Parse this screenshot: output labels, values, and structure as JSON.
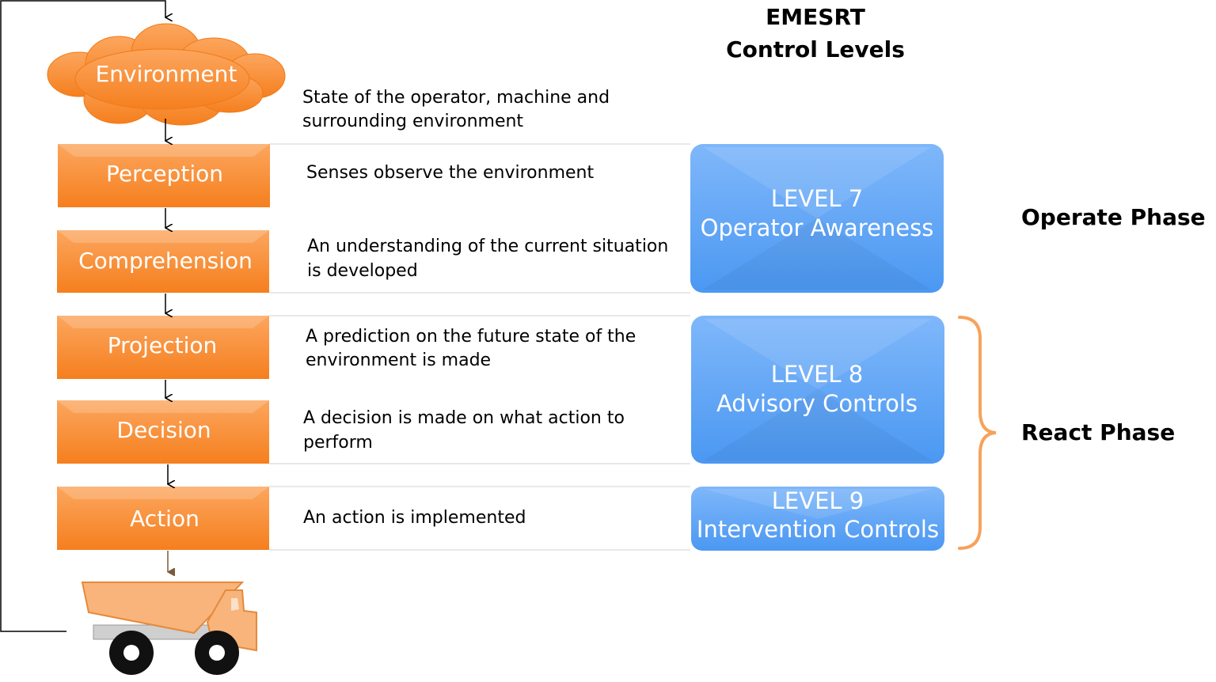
{
  "title": {
    "line1": "EMESRT",
    "line2": "Control Levels"
  },
  "environment": {
    "label": "Environment",
    "description_line1": "State of the operator, machine and",
    "description_line2": "surrounding environment"
  },
  "stages": [
    {
      "label": "Perception",
      "desc_line1": "Senses observe the environment",
      "desc_line2": ""
    },
    {
      "label": "Comprehension",
      "desc_line1": "An understanding of the current situation",
      "desc_line2": "is developed"
    },
    {
      "label": "Projection",
      "desc_line1": "A prediction on the future state of the",
      "desc_line2": "environment is made"
    },
    {
      "label": "Decision",
      "desc_line1": "A decision is made on what action to",
      "desc_line2": "perform"
    },
    {
      "label": "Action",
      "desc_line1": "An action is implemented",
      "desc_line2": ""
    }
  ],
  "levels": [
    {
      "line1": "LEVEL 7",
      "line2": "Operator Awareness"
    },
    {
      "line1": "LEVEL 8",
      "line2": "Advisory Controls"
    },
    {
      "line1": "LEVEL 9",
      "line2": "Intervention Controls"
    }
  ],
  "phases": {
    "operate": "Operate Phase",
    "react": "React Phase"
  },
  "colors": {
    "stage_orange": "#f7892c",
    "stage_orange_light": "#fbb06a",
    "level_blue": "#5aa3f5",
    "level_blue_light": "#8cc0fa",
    "brace_orange": "#f7a25a",
    "truck_orange": "#f8b47a"
  },
  "icons": {
    "cloud": "cloud-icon",
    "truck": "haul-truck-icon"
  }
}
